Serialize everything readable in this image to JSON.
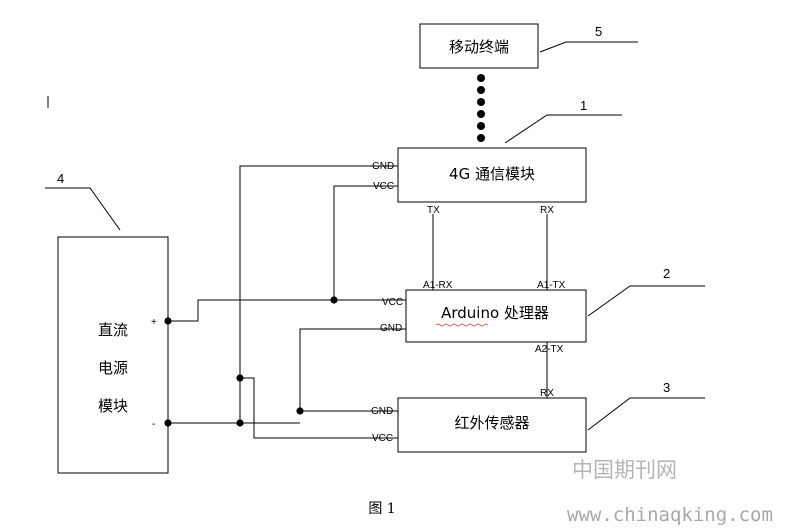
{
  "blocks": {
    "mobile_terminal": "移动终端",
    "module_4g": "4G 通信模块",
    "arduino": "Arduino 处理器",
    "ir_sensor": "红外传感器",
    "dc_module_line1": "直流",
    "dc_module_line2": "电源",
    "dc_module_line3": "模块"
  },
  "callouts": {
    "n1": "1",
    "n2": "2",
    "n3": "3",
    "n4": "4",
    "n5": "5"
  },
  "pins": {
    "gnd": "GND",
    "vcc": "VCC",
    "tx": "TX",
    "rx": "RX",
    "a1_rx": "A1-RX",
    "a1_tx": "A1-TX",
    "a2_tx": "A2-TX",
    "plus": "+",
    "minus": "-"
  },
  "caption": "图 1",
  "watermark": {
    "cn": "中国期刊网",
    "url": "www.chinaqking.com"
  }
}
